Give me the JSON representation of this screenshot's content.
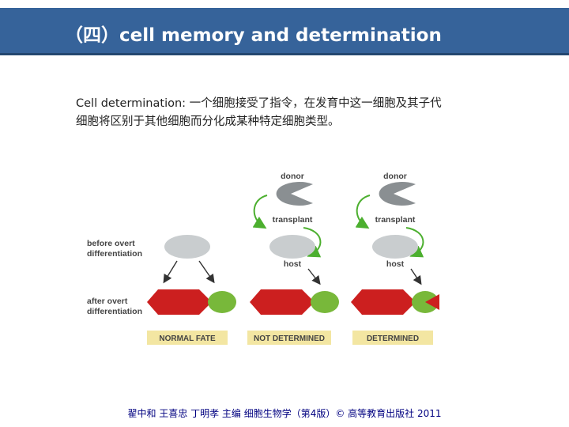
{
  "title": "（四）cell memory and determination",
  "definition": "Cell determination: 一个细胞接受了指令，在发育中这一细胞及其子代细胞将区别于其他细胞而分化成某种特定细胞类型。",
  "diagram": {
    "labels": {
      "donor_1": "donor",
      "donor_2": "donor",
      "transplant_1": "transplant",
      "transplant_2": "transplant",
      "host_1": "host",
      "host_2": "host",
      "before_line1": "before overt",
      "before_line2": "differentiation",
      "after_line1": "after overt",
      "after_line2": "differentiation",
      "fate_normal": "NORMAL FATE",
      "fate_not_determined": "NOT DETERMINED",
      "fate_determined": "DETERMINED"
    },
    "colors": {
      "cell_gray": "#c9cdcf",
      "donor_gray": "#8a8f92",
      "arrow_green": "#4caf2f",
      "tissue_red": "#cc1f1f",
      "tissue_green": "#78b83a",
      "fate_box": "#f3e6a2"
    }
  },
  "footer": "翟中和 王喜忠 丁明孝 主编  细胞生物学（第4版）© 高等教育出版社  2011"
}
